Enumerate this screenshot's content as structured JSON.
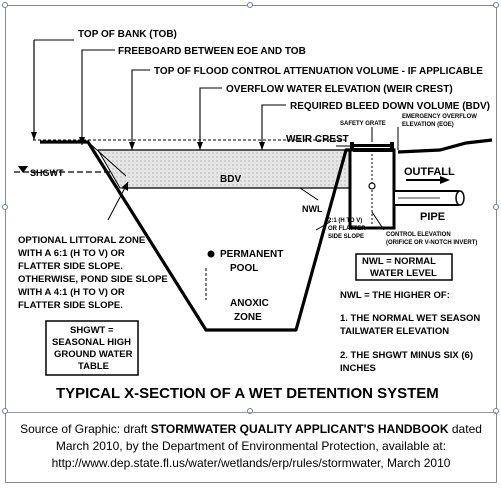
{
  "labels": {
    "top_of_bank": "TOP OF BANK (TOB)",
    "freeboard": "FREEBOARD BETWEEN EOE AND TOB",
    "top_flood_control": "TOP OF FLOOD CONTROL ATTENUATION VOLUME - IF APPLICABLE",
    "overflow": "OVERFLOW WATER ELEVATION (WEIR CREST)",
    "bdv_required": "REQUIRED BLEED DOWN VOLUME (BDV)",
    "safety_grate": "SAFETY GRATE",
    "eoe_line1": "EMERGENCY OVERFLOW",
    "eoe_line2": "ELEVATION (EOE)",
    "weir_crest": "WEIR CREST",
    "shgwt": "SHGWT",
    "bdv": "BDV",
    "outfall": "OUTFALL",
    "nwl": "NWL",
    "pipe": "PIPE",
    "slope_line1": "2:1 (H TO V)",
    "slope_line2": "OR FLATTER",
    "slope_line3": "SIDE SLOPE",
    "control_line1": "CONTROL ELEVATION",
    "control_line2": "(ORIFICE OR V-NOTCH INVERT)",
    "littoral_line1": "OPTIONAL LITTORAL ZONE",
    "littoral_line2": "WITH A 6:1 (H TO V) OR",
    "littoral_line3": "FLATTER SIDE SLOPE.",
    "littoral_line4": "OTHERWISE, POND SIDE SLOPE",
    "littoral_line5": "WITH A 4:1 (H TO V) OR",
    "littoral_line6": "FLATTER SIDE SLOPE.",
    "permanent_line1": "PERMANENT",
    "permanent_line2": "POOL",
    "anoxic_line1": "ANOXIC",
    "anoxic_line2": "ZONE",
    "nwl_box_line1": "NWL = NORMAL",
    "nwl_box_line2": "WATER LEVEL",
    "nwl_higher": "NWL = THE HIGHER OF:",
    "item1_line1": "1.  THE NORMAL WET SEASON",
    "item1_line2": "TAILWATER ELEVATION",
    "item2_line1": "2.  THE SHGWT MINUS SIX (6)",
    "item2_line2": "INCHES",
    "shgwt_box_line1": "SHGWT =",
    "shgwt_box_line2": "SEASONAL HIGH",
    "shgwt_box_line3": "GROUND WATER",
    "shgwt_box_line4": "TABLE",
    "title": "TYPICAL X-SECTION OF A WET DETENTION SYSTEM"
  },
  "caption": {
    "prefix": "Source of Graphic: draft ",
    "bold": "STORMWATER QUALITY APPLICANT'S HANDBOOK",
    "suffix": " dated March 2010, by the Department of Environmental Protection, available at: http://www.dep.state.fl.us/water/wetlands/erp/rules/stormwater, March 2010"
  }
}
